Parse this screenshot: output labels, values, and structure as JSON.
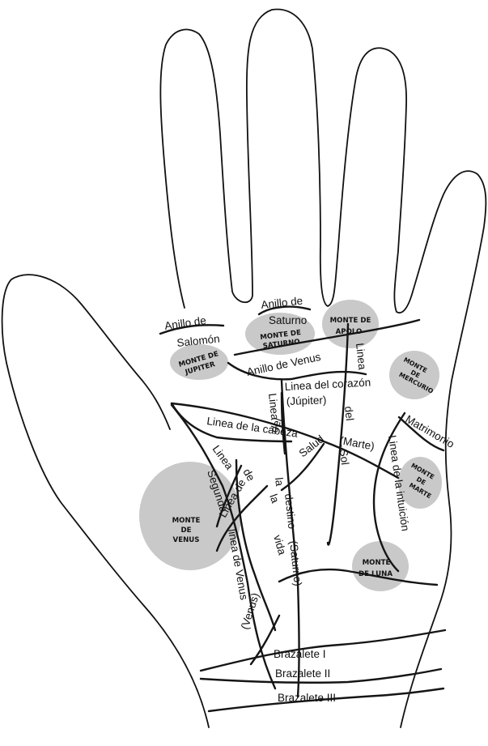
{
  "labels": {
    "anillo_salomon_1": "Anillo de",
    "anillo_salomon_2": "Salomón",
    "anillo_saturno_1": "Anillo de",
    "anillo_saturno_2": "Saturno",
    "anillo_venus": "Anillo de Venus",
    "linea_corazon": "Linea del corazón",
    "jupiter_paren": "(Júpiter)",
    "linea_cabeza": "Linea de la cabeza",
    "marte_paren": "(Marte)",
    "linea_sol_1": "Linea",
    "linea_sol_2": "del",
    "linea_sol_3": "Sol",
    "linea_salud_1": "Linea",
    "linea_salud_2": "del",
    "linea_salud_3": "Salud",
    "matrimonio": "Matrimonio",
    "linea_intuicion": "Linea de la intuición",
    "linea_vida_1": "Linea",
    "linea_vida_2": "de",
    "linea_vida_3": "la",
    "linea_vida_4": "vida",
    "venus_paren": "(Venus)",
    "segunda_linea_1": "Segunda",
    "segunda_linea_2": "Linea de",
    "segunda_linea_3": "linea de Venus",
    "linea_destino_1": "la",
    "linea_destino_2": "destino",
    "saturno_paren": "(Saturno)",
    "brazalete_1": "Brazalete I",
    "brazalete_2": "Brazalete II",
    "brazalete_3": "Brazalete III"
  },
  "mounts": {
    "jupiter_1": "MONTE DE",
    "jupiter_2": "JUPITER",
    "saturno_1": "MONTE DE",
    "saturno_2": "SATURNO",
    "apolo_1": "MONTE DE",
    "apolo_2": "APOLO",
    "mercurio_1": "MONTE",
    "mercurio_2": "DE",
    "mercurio_3": "MERCURIO",
    "marte_1": "MONTE",
    "marte_2": "DE",
    "marte_3": "MARTE",
    "venus_1": "MONTE",
    "venus_2": "DE",
    "venus_3": "VENUS",
    "luna_1": "MONTE",
    "luna_2": "DE LUNA"
  }
}
